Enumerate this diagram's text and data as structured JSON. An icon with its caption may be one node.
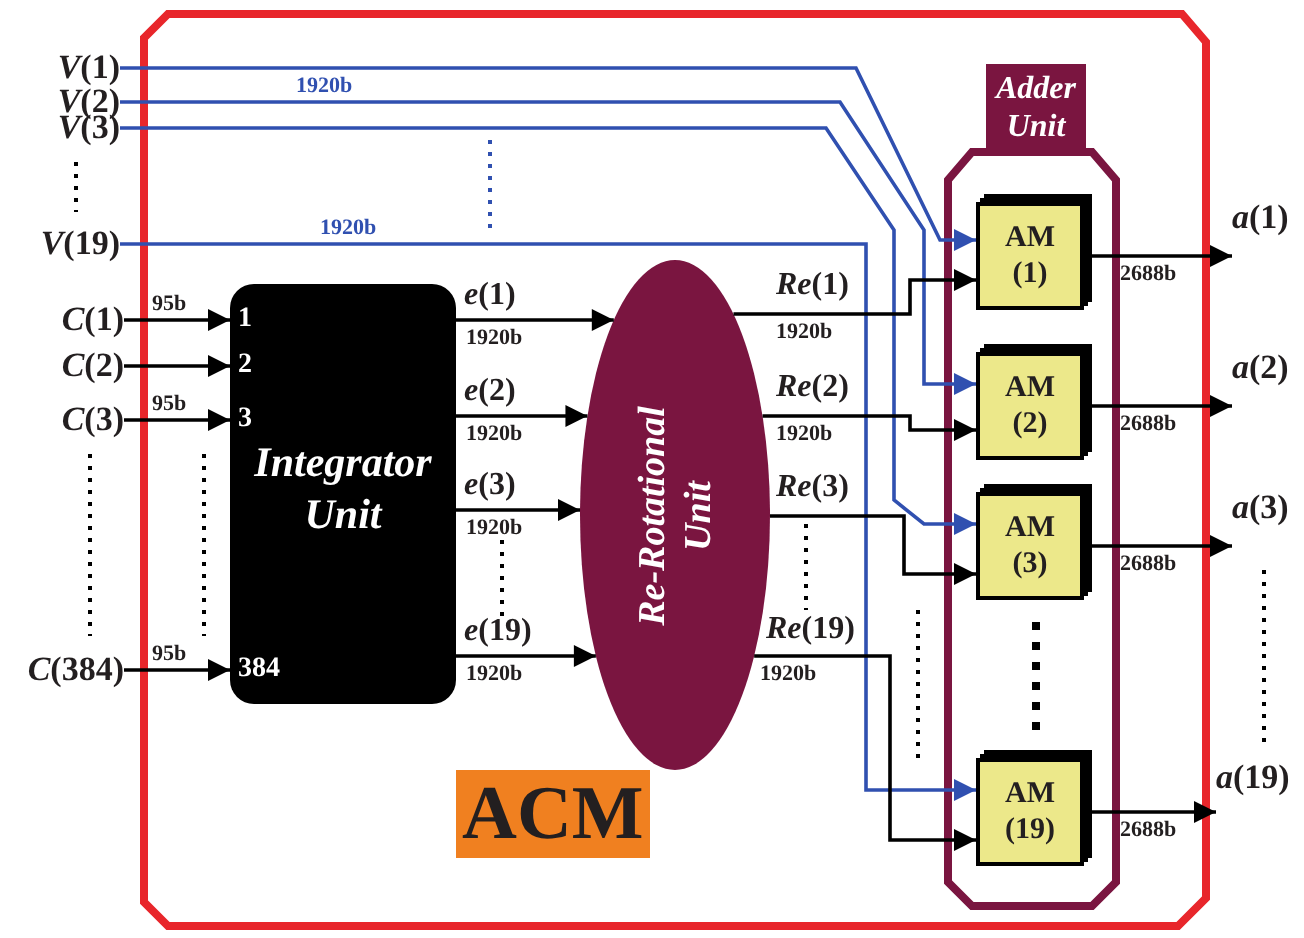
{
  "diagram": {
    "nodes": [
      {
        "text": [
          "ACM"
        ]
      },
      {
        "text": [
          "*V*(1)"
        ]
      },
      {
        "text": [
          "*V*(2)"
        ]
      },
      {
        "text": [
          "*V*(3)"
        ]
      },
      {
        "text": [
          "*V*(19)"
        ]
      },
      {
        "text": [
          "*C*(1)"
        ]
      },
      {
        "text": [
          "*C*(2)"
        ]
      },
      {
        "text": [
          "*C*(3)"
        ]
      },
      {
        "text": [
          "*C*(384)"
        ]
      },
      {
        "text": [
          "Integrator Unit",
          "1",
          "2",
          "3",
          "384"
        ],
        "in": 0
      },
      {
        "text": [
          "Re-Rotational Unit"
        ],
        "in": 0
      },
      {
        "text": [
          "Adder Unit"
        ],
        "in": 0
      },
      {
        "text": [
          "AM (1)"
        ],
        "in": 11
      },
      {
        "text": [
          "AM (2)"
        ],
        "in": 11
      },
      {
        "text": [
          "AM (3)"
        ],
        "in": 11
      },
      {
        "text": [
          "AM (19)"
        ],
        "in": 11
      },
      {
        "text": [
          "*a*(1)"
        ]
      },
      {
        "text": [
          "*a*(2)"
        ]
      },
      {
        "text": [
          "*a*(3)"
        ]
      },
      {
        "text": [
          "*a*(19)"
        ]
      }
    ],
    "edges": [
      {
        "from": 1,
        "to": 12,
        "arrow": "to",
        "color": "#3050b0"
      },
      {
        "from": 2,
        "to": 13,
        "arrow": "to",
        "color": "#3050b0",
        "label": "1920b"
      },
      {
        "from": 3,
        "to": 14,
        "arrow": "to",
        "color": "#3050b0"
      },
      {
        "from": 4,
        "to": 15,
        "arrow": "to",
        "color": "#3050b0",
        "label": "1920b"
      },
      {
        "from": 5,
        "to": 9,
        "arrow": "to",
        "label": "95b"
      },
      {
        "from": 6,
        "to": 9,
        "arrow": "to"
      },
      {
        "from": 7,
        "to": 9,
        "arrow": "to",
        "label": "95b"
      },
      {
        "from": 8,
        "to": 9,
        "arrow": "to",
        "label": "95b"
      },
      {
        "from": 9,
        "to": 10,
        "arrow": "to",
        "label": "*e*(1)"
      },
      {
        "from": 9,
        "to": 10,
        "arrow": "to",
        "label": "*e*(2)"
      },
      {
        "from": 9,
        "to": 10,
        "arrow": "to",
        "label": "*e*(3)"
      },
      {
        "from": 9,
        "to": 10,
        "arrow": "to",
        "label": "*e*(19)"
      },
      {
        "from": 10,
        "to": 12,
        "arrow": "to",
        "label": "*Re*(1)"
      },
      {
        "from": 10,
        "to": 13,
        "arrow": "to",
        "label": "*Re*(2)"
      },
      {
        "from": 10,
        "to": 14,
        "arrow": "to",
        "label": "*Re*(3)"
      },
      {
        "from": 10,
        "to": 15,
        "arrow": "to",
        "label": "*Re*(19)"
      },
      {
        "from": 12,
        "to": 16,
        "arrow": "to",
        "label": "2688b"
      },
      {
        "from": 13,
        "to": 17,
        "arrow": "to",
        "label": "2688b"
      },
      {
        "from": 14,
        "to": 18,
        "arrow": "to",
        "label": "2688b"
      },
      {
        "from": 15,
        "to": 19,
        "arrow": "to",
        "label": "2688b"
      }
    ],
    "labels": [
      "1920b",
      "1920b",
      "1920b",
      "1920b",
      "1920b",
      "1920b",
      "1920b"
    ]
  }
}
